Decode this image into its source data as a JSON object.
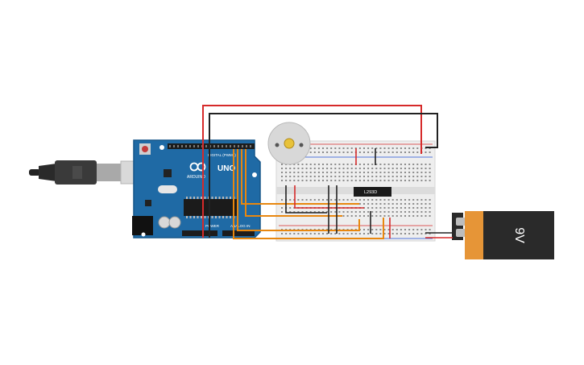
{
  "arduino": {
    "logo": "ARDUINO",
    "model": "UNO",
    "digital_label": "DIGITAL (PWM~)",
    "power_label": "POWER",
    "analog_label": "ANALOG IN"
  },
  "chip": {
    "label": "L293D"
  },
  "battery": {
    "label": "9V"
  },
  "colors": {
    "board": "#1f6aa5",
    "red_wire": "#d62a2a",
    "black_wire": "#222222",
    "orange_wire": "#e8870f",
    "battery_body": "#e69537",
    "battery_cap": "#2a2a2a"
  }
}
